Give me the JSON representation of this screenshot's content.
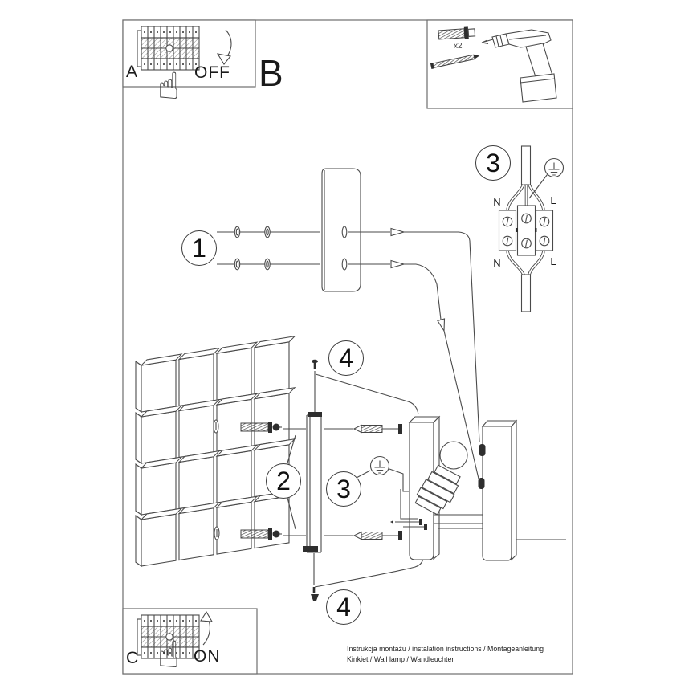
{
  "boxes": {
    "a": {
      "label": "A",
      "action": "OFF"
    },
    "b": {
      "label": "B"
    },
    "c": {
      "label": "C",
      "action": "ON"
    },
    "tools": {
      "plug_qty": "x2"
    }
  },
  "steps": {
    "one": "1",
    "two": "2",
    "three_wiring": "3",
    "three_ground": "3",
    "four_top": "4",
    "four_bottom": "4"
  },
  "wiring": {
    "n_top": "N",
    "l_top": "L",
    "n_bottom": "N",
    "l_bottom": "L"
  },
  "icons": {
    "hand": "☝"
  },
  "footer": {
    "line1": "Instrukcja montażu / instalation instructions / Montageanleitung",
    "line2": "Kinkiet / Wall lamp / Wandleuchter"
  }
}
